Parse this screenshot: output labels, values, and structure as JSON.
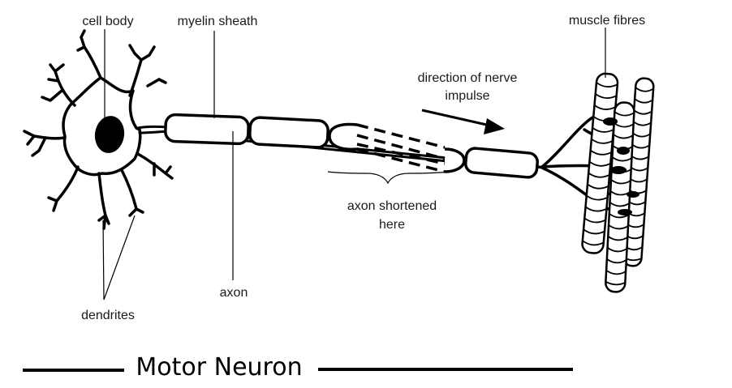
{
  "labels": {
    "cell_body": "cell body",
    "myelin_sheath": "myelin sheath",
    "muscle_fibres": "muscle fibres",
    "direction_line1": "direction of nerve",
    "direction_line2": "impulse",
    "axon_shortened_line1": "axon shortened",
    "axon_shortened_line2": "here",
    "axon": "axon",
    "dendrites": "dendrites"
  },
  "title": "Motor Neuron"
}
